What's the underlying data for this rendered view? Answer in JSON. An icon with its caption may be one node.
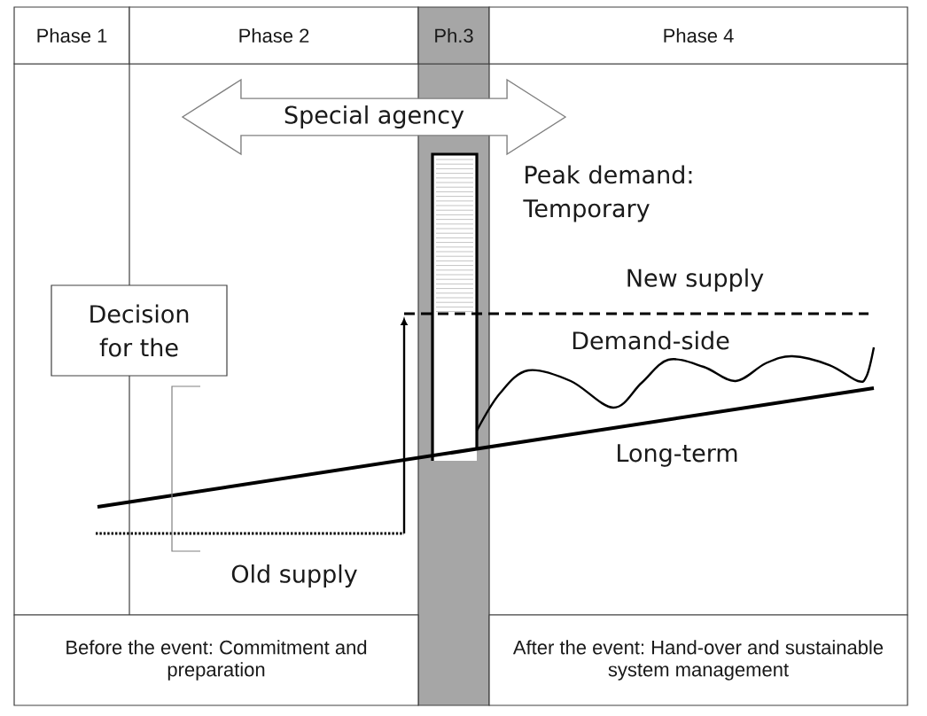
{
  "diagram": {
    "nodes": [
      {
        "text": [
          "Phase 1"
        ]
      },
      {
        "text": [
          "Phase 2"
        ]
      },
      {
        "text": [
          "Ph.3"
        ]
      },
      {
        "text": [
          "Phase 4"
        ]
      },
      {
        "text": [
          "Special agency"
        ]
      },
      {
        "text": [
          "Decision for the"
        ]
      },
      {
        "text": [
          "Before the event: Commitment and preparation"
        ]
      },
      {
        "text": [
          "After the event: Hand-over and sustainable system management"
        ]
      }
    ],
    "labels": [
      "Peak demand: Temporary",
      "New supply",
      "Demand-side",
      "Long-term",
      "Old supply"
    ]
  }
}
